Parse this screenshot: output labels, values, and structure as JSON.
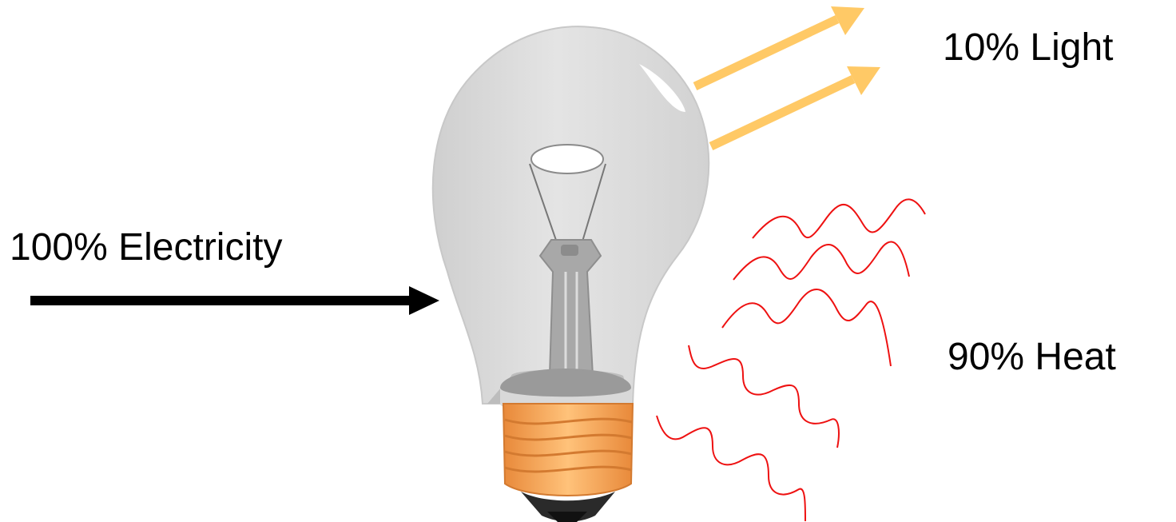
{
  "labels": {
    "input": "100% Electricity",
    "light": "10% Light",
    "heat": "90% Heat"
  },
  "colors": {
    "electricity_arrow": "#000000",
    "light_arrows": "#ffc966",
    "heat_waves": "#ee1111",
    "bulb_glass": "#dedede",
    "bulb_base": "#f7a54a",
    "bulb_tip": "#2a2a2a"
  },
  "icons": [
    "light-bulb-icon"
  ]
}
